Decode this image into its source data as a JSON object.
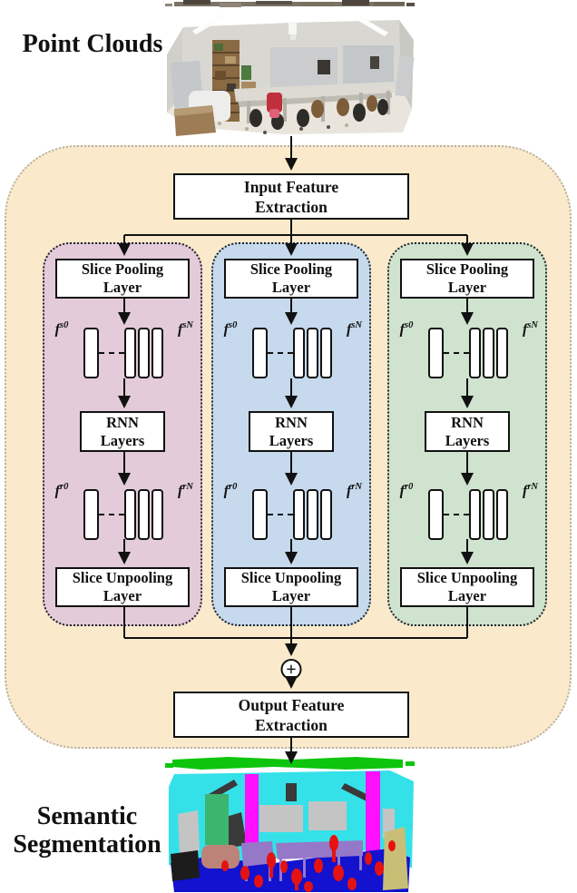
{
  "figure": {
    "captions": {
      "input": "Point Clouds",
      "output": "Semantic Segmentation"
    },
    "container": {
      "bg": "#FAEACB"
    },
    "io_boxes": {
      "input": {
        "line1": "Input Feature",
        "line2": "Extraction"
      },
      "output": {
        "line1": "Output Feature",
        "line2": "Extraction"
      }
    },
    "merge_operator": "+",
    "branches": [
      {
        "color": "#E3CBDA",
        "pooling": {
          "line1": "Slice Pooling",
          "line2": "Layer"
        },
        "rnn": {
          "line1": "RNN",
          "line2": "Layers"
        },
        "unpooling": {
          "line1": "Slice Unpooling",
          "line2": "Layer"
        },
        "slice_feat_first": {
          "base": "f",
          "sup": "s0"
        },
        "slice_feat_last": {
          "base": "f",
          "sup": "sN"
        },
        "rnn_feat_first": {
          "base": "f",
          "sup": "r0"
        },
        "rnn_feat_last": {
          "base": "f",
          "sup": "rN"
        }
      },
      {
        "color": "#C6D9ED",
        "pooling": {
          "line1": "Slice Pooling",
          "line2": "Layer"
        },
        "rnn": {
          "line1": "RNN",
          "line2": "Layers"
        },
        "unpooling": {
          "line1": "Slice Unpooling",
          "line2": "Layer"
        },
        "slice_feat_first": {
          "base": "f",
          "sup": "s0"
        },
        "slice_feat_last": {
          "base": "f",
          "sup": "sN"
        },
        "rnn_feat_first": {
          "base": "f",
          "sup": "r0"
        },
        "rnn_feat_last": {
          "base": "f",
          "sup": "rN"
        }
      },
      {
        "color": "#CFE3CF",
        "pooling": {
          "line1": "Slice Pooling",
          "line2": "Layer"
        },
        "rnn": {
          "line1": "RNN",
          "line2": "Layers"
        },
        "unpooling": {
          "line1": "Slice Unpooling",
          "line2": "Layer"
        },
        "slice_feat_first": {
          "base": "f",
          "sup": "s0"
        },
        "slice_feat_last": {
          "base": "f",
          "sup": "sN"
        },
        "rnn_feat_first": {
          "base": "f",
          "sup": "r0"
        },
        "rnn_feat_last": {
          "base": "f",
          "sup": "rN"
        }
      }
    ],
    "segmentation_palette": {
      "ceiling_green": "#0DC50D",
      "wall_cyan": "#35E1E8",
      "pillar_magenta": "#FF10FF",
      "board_gray": "#C4C4C4",
      "floor_blue": "#1212CF",
      "chair_red": "#E51212",
      "table_purple": "#9678C8",
      "bookshelf_green": "#3CB56E",
      "panel_khaki": "#C9BE75",
      "table_rosybrown": "#BC8478",
      "clutter_dark": "#3A3A3A"
    }
  }
}
